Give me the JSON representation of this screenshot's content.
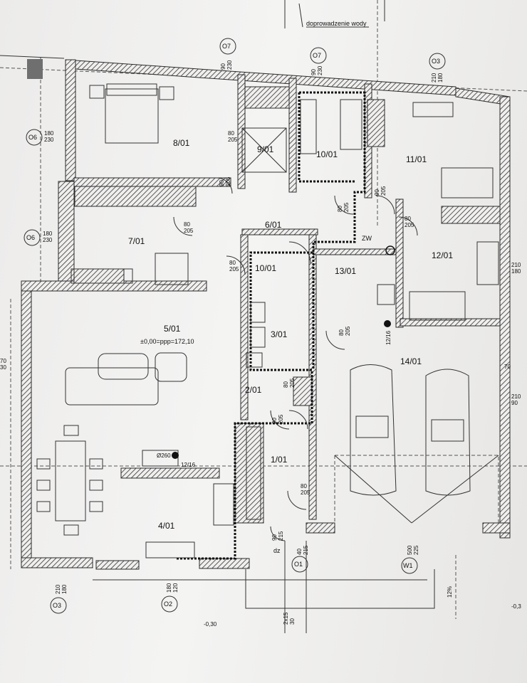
{
  "top_note": "doprowadzenie wody",
  "rooms": [
    {
      "id": "8",
      "label": "8/01"
    },
    {
      "id": "9",
      "label": "9/01"
    },
    {
      "id": "10a",
      "label": "10/01"
    },
    {
      "id": "11",
      "label": "11/01"
    },
    {
      "id": "7",
      "label": "7/01"
    },
    {
      "id": "6",
      "label": "6/01"
    },
    {
      "id": "10b",
      "label": "10/01"
    },
    {
      "id": "13",
      "label": "13/01"
    },
    {
      "id": "12",
      "label": "12/01"
    },
    {
      "id": "5",
      "label": "5/01"
    },
    {
      "id": "3",
      "label": "3/01"
    },
    {
      "id": "2",
      "label": "2/01"
    },
    {
      "id": "14",
      "label": "14/01"
    },
    {
      "id": "1",
      "label": "1/01"
    },
    {
      "id": "4",
      "label": "4/01"
    }
  ],
  "level_mark": "±0,00=ppp=172,10",
  "zw_label": "ZW",
  "dz_label": "dz",
  "windows": [
    {
      "id": "O7a",
      "tag": "O7",
      "dims": "90\n230"
    },
    {
      "id": "O7b",
      "tag": "O7",
      "dims": "90\n230"
    },
    {
      "id": "O3top",
      "tag": "O3",
      "dims": "210\n180"
    },
    {
      "id": "O6a",
      "tag": "O6",
      "dims": "180\n230"
    },
    {
      "id": "O6b",
      "tag": "O6",
      "dims": "180\n230"
    },
    {
      "id": "O3bot",
      "tag": "O3",
      "dims": "210\n180"
    },
    {
      "id": "O2",
      "tag": "O2",
      "dims": "180\n120"
    },
    {
      "id": "O1",
      "tag": "O1",
      "dims": "40\n215"
    },
    {
      "id": "W1",
      "tag": "W1",
      "dims": "500\n225"
    }
  ],
  "door_dims": [
    "80\n205",
    "90\n205",
    "80\n205",
    "90\n205",
    "80\n205",
    "80\n205",
    "80\n205",
    "80\n205",
    "80\n205",
    "90\n205",
    "80\n205",
    "90\n215"
  ],
  "side_dims": {
    "right1": "210\n180",
    "right2": "210\n90",
    "left_a": "70\n30",
    "right_b": "70"
  },
  "bottom_marks": {
    "level_left": "-0,30",
    "level_right": "-0,3",
    "slope": "12%",
    "stair": "2x15\n30"
  },
  "meter_labels": [
    "Ø260",
    "12/16",
    "12/16"
  ]
}
